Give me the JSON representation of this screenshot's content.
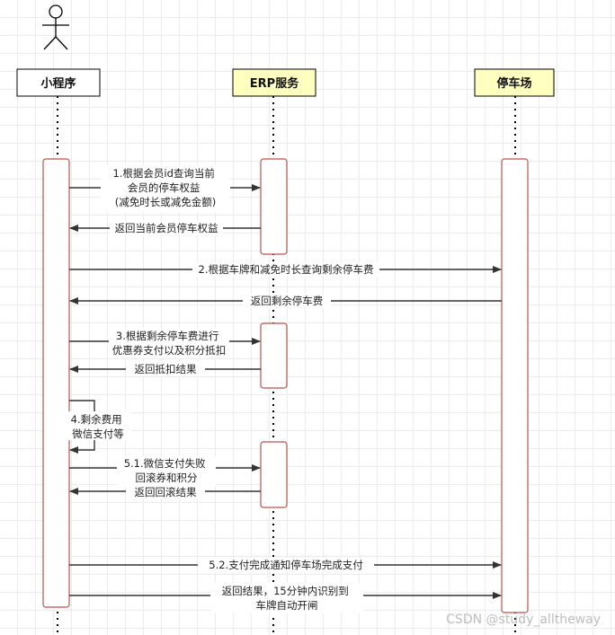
{
  "participants": {
    "mini": {
      "name": "小程序"
    },
    "erp": {
      "name": "ERP服务",
      "color": "#ffffc0"
    },
    "park": {
      "name": "停车场",
      "color": "#ffffc0"
    }
  },
  "colors": {
    "activation_border": "#b85450",
    "arrow": "#333333"
  },
  "messages": [
    {
      "lines": [
        "1.根据会员id查询当前",
        "会员的停车权益",
        "(减免时长或减免金额)"
      ]
    },
    {
      "lines": [
        "返回当前会员停车权益"
      ]
    },
    {
      "lines": [
        "2.根据车牌和减免时长查询剩余停车费"
      ]
    },
    {
      "lines": [
        "返回剩余停车费"
      ]
    },
    {
      "lines": [
        "3.根据剩余停车费进行",
        "优惠券支付以及积分抵扣"
      ]
    },
    {
      "lines": [
        "返回抵扣结果"
      ]
    },
    {
      "lines": [
        "4.剩余费用",
        "微信支付等"
      ]
    },
    {
      "lines": [
        "5.1.微信支付失败",
        "回滚券和积分"
      ]
    },
    {
      "lines": [
        "返回回滚结果"
      ]
    },
    {
      "lines": [
        "5.2.支付完成通知停车场完成支付"
      ]
    },
    {
      "lines": [
        "返回结果，15分钟内识别到",
        "车牌自动开闸"
      ]
    }
  ],
  "watermark": "CSDN @study_alltheway"
}
